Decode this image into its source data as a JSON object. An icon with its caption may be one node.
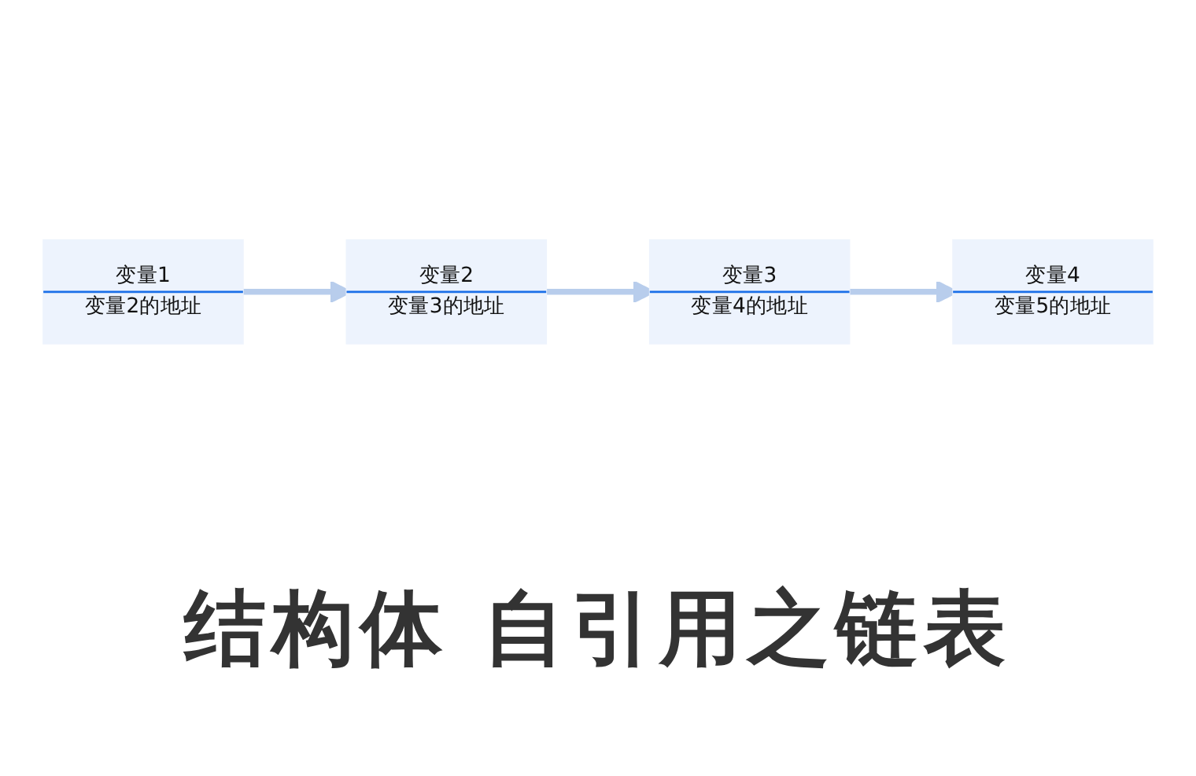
{
  "diagram": {
    "title": "结构体 自引用之链表",
    "nodes": [
      {
        "text": [
          "变量1",
          "变量2的地址"
        ]
      },
      {
        "text": [
          "变量2",
          "变量3的地址"
        ]
      },
      {
        "text": [
          "变量3",
          "变量4的地址"
        ]
      },
      {
        "text": [
          "变量4",
          "变量5的地址"
        ]
      }
    ],
    "edges": [
      {
        "from": 0,
        "to": 1,
        "arrow": "to"
      },
      {
        "from": 1,
        "to": 2,
        "arrow": "to"
      },
      {
        "from": 2,
        "to": 3,
        "arrow": "to"
      }
    ]
  }
}
